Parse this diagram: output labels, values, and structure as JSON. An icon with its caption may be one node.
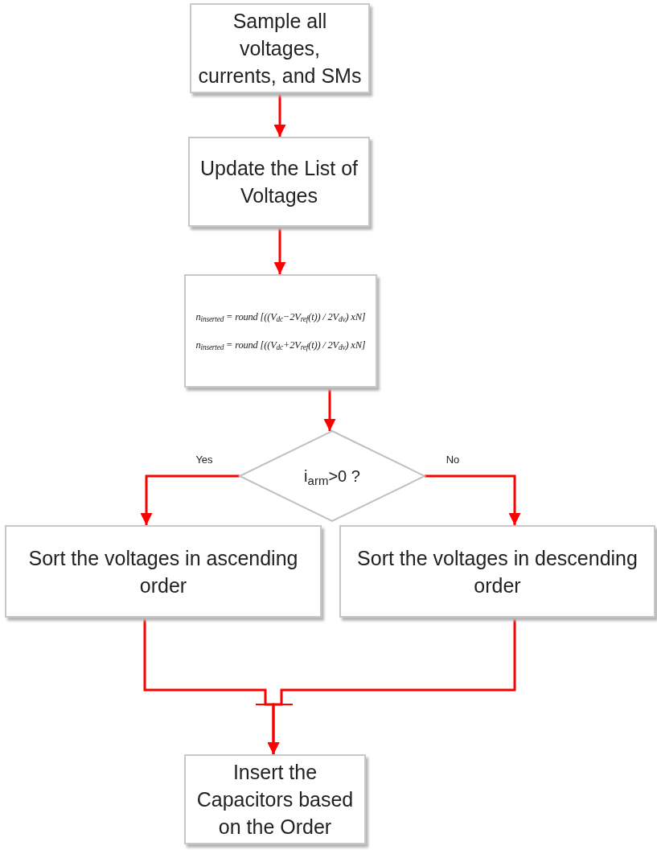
{
  "diagram": {
    "nodes": [
      {
        "text": [
          "Sample all voltages, currents, and SMs"
        ]
      },
      {
        "text": [
          "Update the List of Voltages"
        ]
      },
      {
        "text": [
          "n$_{inserted}$ = round [((V$_{dc}$−2V$_{ref}$(t)) / 2V$_{dv}$) xN]",
          "n$_{inserted}$ = round [((V$_{dc}$+2V$_{ref}$(t)) / 2V$_{dv}$) xN]"
        ]
      },
      {
        "text": [
          "i$_{arm}$>0 ?"
        ]
      },
      {
        "text": [
          "Sort the voltages in ascending order"
        ]
      },
      {
        "text": [
          "Sort the voltages in descending order"
        ]
      },
      {
        "text": [
          "Insert the Capacitors based on the Order"
        ]
      }
    ],
    "edges": [
      {
        "from": 0,
        "to": 1,
        "arrow": "to"
      },
      {
        "from": 1,
        "to": 2,
        "arrow": "to"
      },
      {
        "from": 2,
        "to": 3,
        "arrow": "to"
      },
      {
        "from": 3,
        "to": 4,
        "arrow": "to",
        "label": "Yes"
      },
      {
        "from": 3,
        "to": 5,
        "arrow": "to",
        "label": "No"
      },
      {
        "from": 4,
        "to": 6,
        "arrow": "to"
      },
      {
        "from": 5,
        "to": 6,
        "arrow": "to"
      }
    ]
  }
}
